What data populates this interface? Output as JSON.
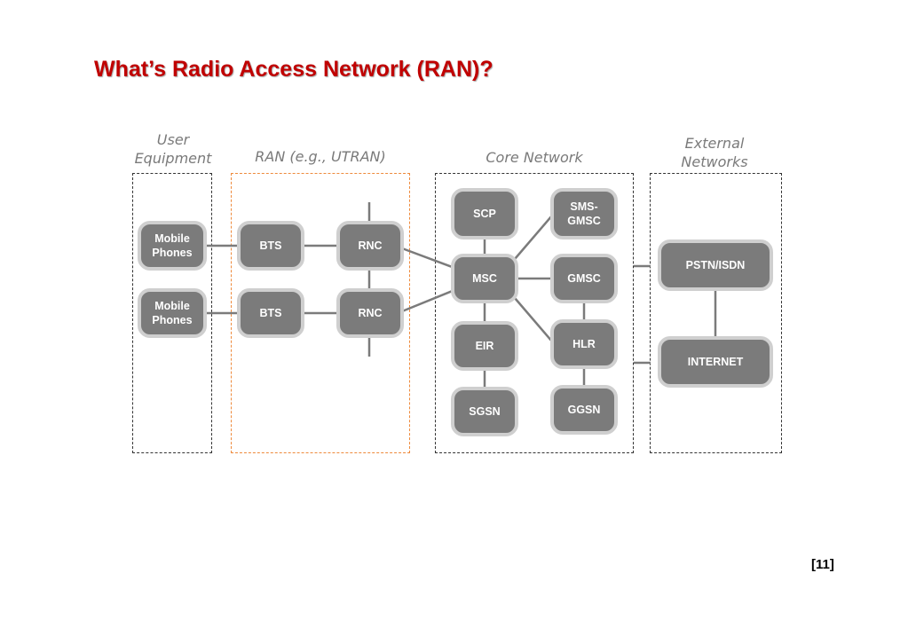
{
  "slide": {
    "title": "What’s Radio Access Network (RAN)?",
    "page_number": "[11]"
  },
  "diagram": {
    "groups": {
      "ue": {
        "label": "User\nEquipment"
      },
      "ran": {
        "label": "RAN (e.g., UTRAN)"
      },
      "core": {
        "label": "Core Network"
      },
      "ext": {
        "label": "External\nNetworks"
      }
    },
    "nodes": {
      "mobile_1": "Mobile\nPhones",
      "mobile_2": "Mobile\nPhones",
      "bts_1": "BTS",
      "bts_2": "BTS",
      "rnc_1": "RNC",
      "rnc_2": "RNC",
      "scp": "SCP",
      "sms_gmsc": "SMS-\nGMSC",
      "msc": "MSC",
      "gmsc": "GMSC",
      "eir": "EIR",
      "hlr": "HLR",
      "sgsn": "SGSN",
      "ggsn": "GGSN",
      "pstn": "PSTN/ISDN",
      "internet": "INTERNET"
    },
    "colors": {
      "title": "#c00000",
      "node_fill": "#7b7b7b",
      "node_border": "#cfcfcf",
      "link": "#7b7b7b",
      "ran_border": "#ee8a3c",
      "group_border": "#333333",
      "group_label": "#7a7a7a"
    }
  }
}
